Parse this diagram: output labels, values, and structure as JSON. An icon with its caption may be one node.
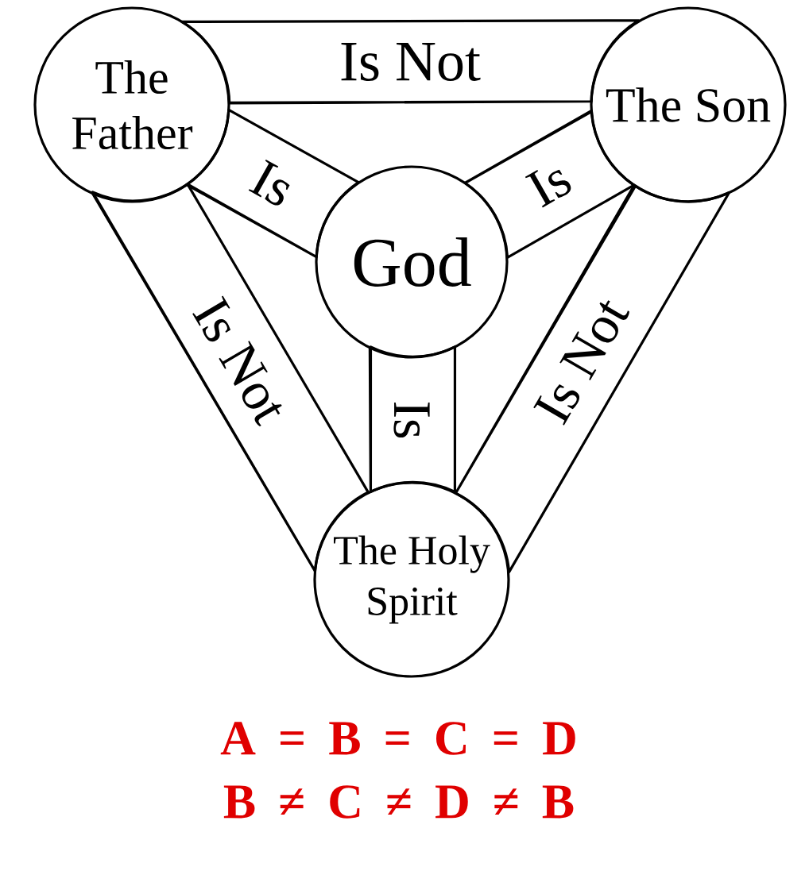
{
  "diagram": {
    "nodes": [
      {
        "text": [
          "The Father"
        ]
      },
      {
        "text": [
          "The Son"
        ]
      },
      {
        "text": [
          "God"
        ]
      },
      {
        "text": [
          "The Holy Spirit"
        ]
      }
    ],
    "edges": [
      {
        "from": 0,
        "to": 1,
        "arrow": "none",
        "label": "Is Not"
      },
      {
        "from": 0,
        "to": 2,
        "arrow": "none",
        "label": "Is"
      },
      {
        "from": 1,
        "to": 2,
        "arrow": "none",
        "label": "Is"
      },
      {
        "from": 2,
        "to": 3,
        "arrow": "none",
        "label": "Is"
      },
      {
        "from": 0,
        "to": 3,
        "arrow": "none",
        "label": "Is Not"
      },
      {
        "from": 1,
        "to": 3,
        "arrow": "none",
        "label": "Is Not"
      }
    ],
    "labels": [
      "A = B = C = D",
      "B ≠ C ≠ D ≠ B"
    ]
  }
}
